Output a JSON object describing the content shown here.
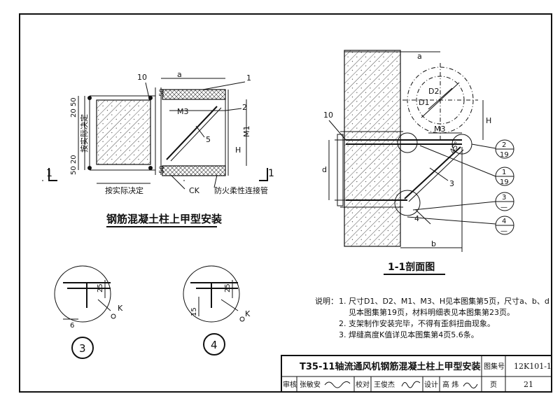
{
  "top_view": {
    "title": "钢筋混凝土柱上甲型安装",
    "side_label": "按实际决定",
    "bottom_label": "按实际决定",
    "dims_left_top": "20 50",
    "dims_left_bottom": "50 20",
    "dim_top_50": "50",
    "dim_bottom_50": "50",
    "dim_a": "a",
    "dim_m3": "M3",
    "dim_m1": "M1",
    "dim_h": "H",
    "callout_1": "1",
    "callout_2": "2",
    "callout_5": "5",
    "callout_10": "10",
    "ck_label": "CK",
    "pipe_label": "防火柔性连接管",
    "section_mark_left": "1",
    "section_mark_right": "1"
  },
  "section_view": {
    "title": "1-1剖面图",
    "dim_a": "a",
    "dim_b": "b",
    "dim_d": "d",
    "dim_d1": "D1",
    "dim_d2": "D2",
    "dim_m3": "M3",
    "dim_h": "H",
    "angle": "45°",
    "callout_3": "3",
    "callout_4": "4",
    "callout_10": "10",
    "refs": [
      {
        "top": "2",
        "bottom": "19"
      },
      {
        "top": "1",
        "bottom": "19"
      },
      {
        "top": "3",
        "bottom": "—"
      },
      {
        "top": "4",
        "bottom": "—"
      }
    ]
  },
  "details": {
    "detail3": {
      "label": "3",
      "dim_25": "25",
      "dim_6": "6",
      "k": "K"
    },
    "detail4": {
      "label": "4",
      "dim_25": "25",
      "dim_15": "15",
      "k": "K"
    }
  },
  "notes": {
    "heading": "说明：",
    "items": [
      "1. 尺寸D1、D2、M1、M3、H见本图集第5页，尺寸a、b、d",
      "见本图集第19页，材料明细表见本图集第23页。",
      "2. 支架制作安装完毕，不得有歪斜扭曲现象。",
      "3. 焊缝高度K值详见本图集第4页5.6条。"
    ]
  },
  "title_block": {
    "title": "T35-11轴流通风机钢筋混凝土柱上甲型安装",
    "atlas_label": "图集号",
    "atlas_value": "12K101-1",
    "review_label": "审核",
    "review_name": "张敏安",
    "check_label": "校对",
    "check_name": "王俊杰",
    "design_label": "设计",
    "design_name": "高 炜",
    "page_label": "页",
    "page_value": "21"
  }
}
